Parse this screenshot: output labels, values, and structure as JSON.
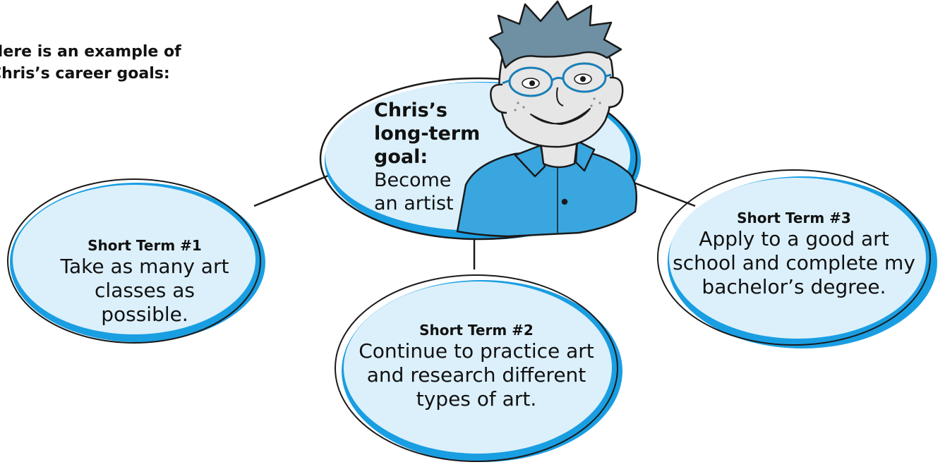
{
  "intro": {
    "line1": "Here is an example of",
    "line2": "Chris’s career goals:"
  },
  "long_term": {
    "line1": "Chris’s",
    "line2": "long-term",
    "line3": "goal:",
    "line4": "Become",
    "line5": "an artist"
  },
  "short_term": [
    {
      "heading": "Short Term #1",
      "lines": [
        "Take as many art",
        "classes as possible."
      ]
    },
    {
      "heading": "Short Term #2",
      "lines": [
        "Continue to practice art",
        "and research different",
        "types of art."
      ]
    },
    {
      "heading": "Short Term #3",
      "lines": [
        "Apply to a good art",
        "school and complete my",
        "bachelor’s degree."
      ]
    }
  ],
  "colors": {
    "bubble_fill": "#dcf0fb",
    "bubble_accent": "#1a9ee2",
    "outline": "#1a1a1a",
    "shirt": "#3aa6e0",
    "hair": "#6f8fa3",
    "skin": "#e6e6e6"
  },
  "illustration": {
    "character": "boy-with-glasses-illustration"
  }
}
